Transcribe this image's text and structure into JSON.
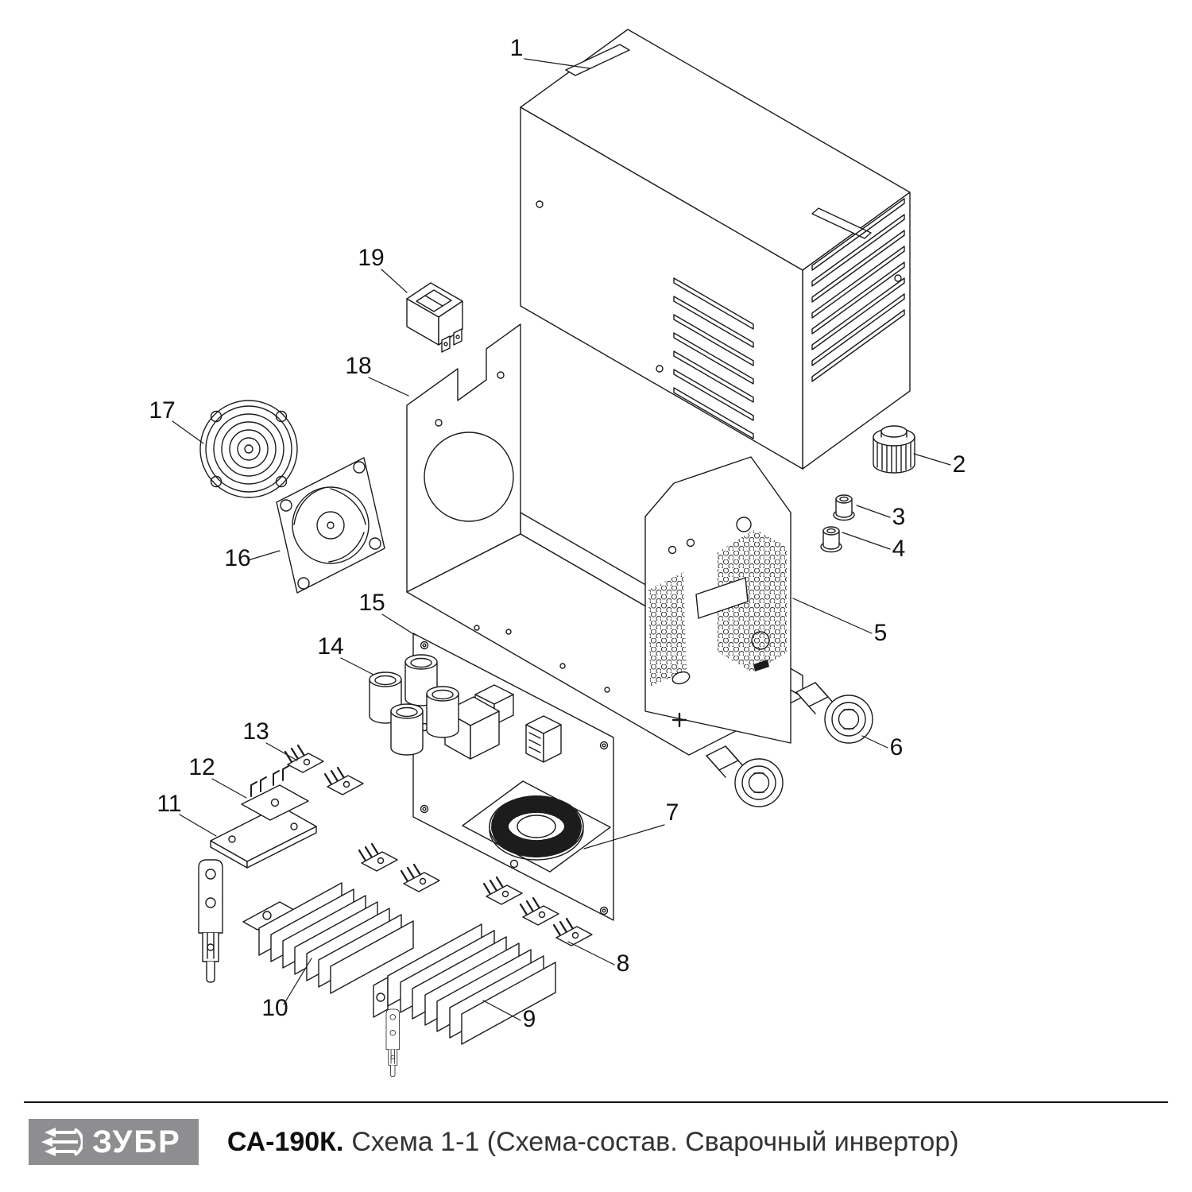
{
  "footer": {
    "brand": "ЗУБР",
    "model": "СА-190К.",
    "title": "Схема 1-1 (Схема-состав. Сварочный инвертор)"
  },
  "callouts": [
    {
      "label": "1"
    },
    {
      "label": "2"
    },
    {
      "label": "3"
    },
    {
      "label": "4"
    },
    {
      "label": "5"
    },
    {
      "label": "6"
    },
    {
      "label": "7"
    },
    {
      "label": "8"
    },
    {
      "label": "9"
    },
    {
      "label": "10"
    },
    {
      "label": "11"
    },
    {
      "label": "12"
    },
    {
      "label": "13"
    },
    {
      "label": "14"
    },
    {
      "label": "15"
    },
    {
      "label": "16"
    },
    {
      "label": "17"
    },
    {
      "label": "18"
    },
    {
      "label": "19"
    }
  ],
  "colors": {
    "line": "#1c1c1c",
    "logo_background": "#8e8e90",
    "logo_text": "#ffffff",
    "text": "#111111"
  }
}
